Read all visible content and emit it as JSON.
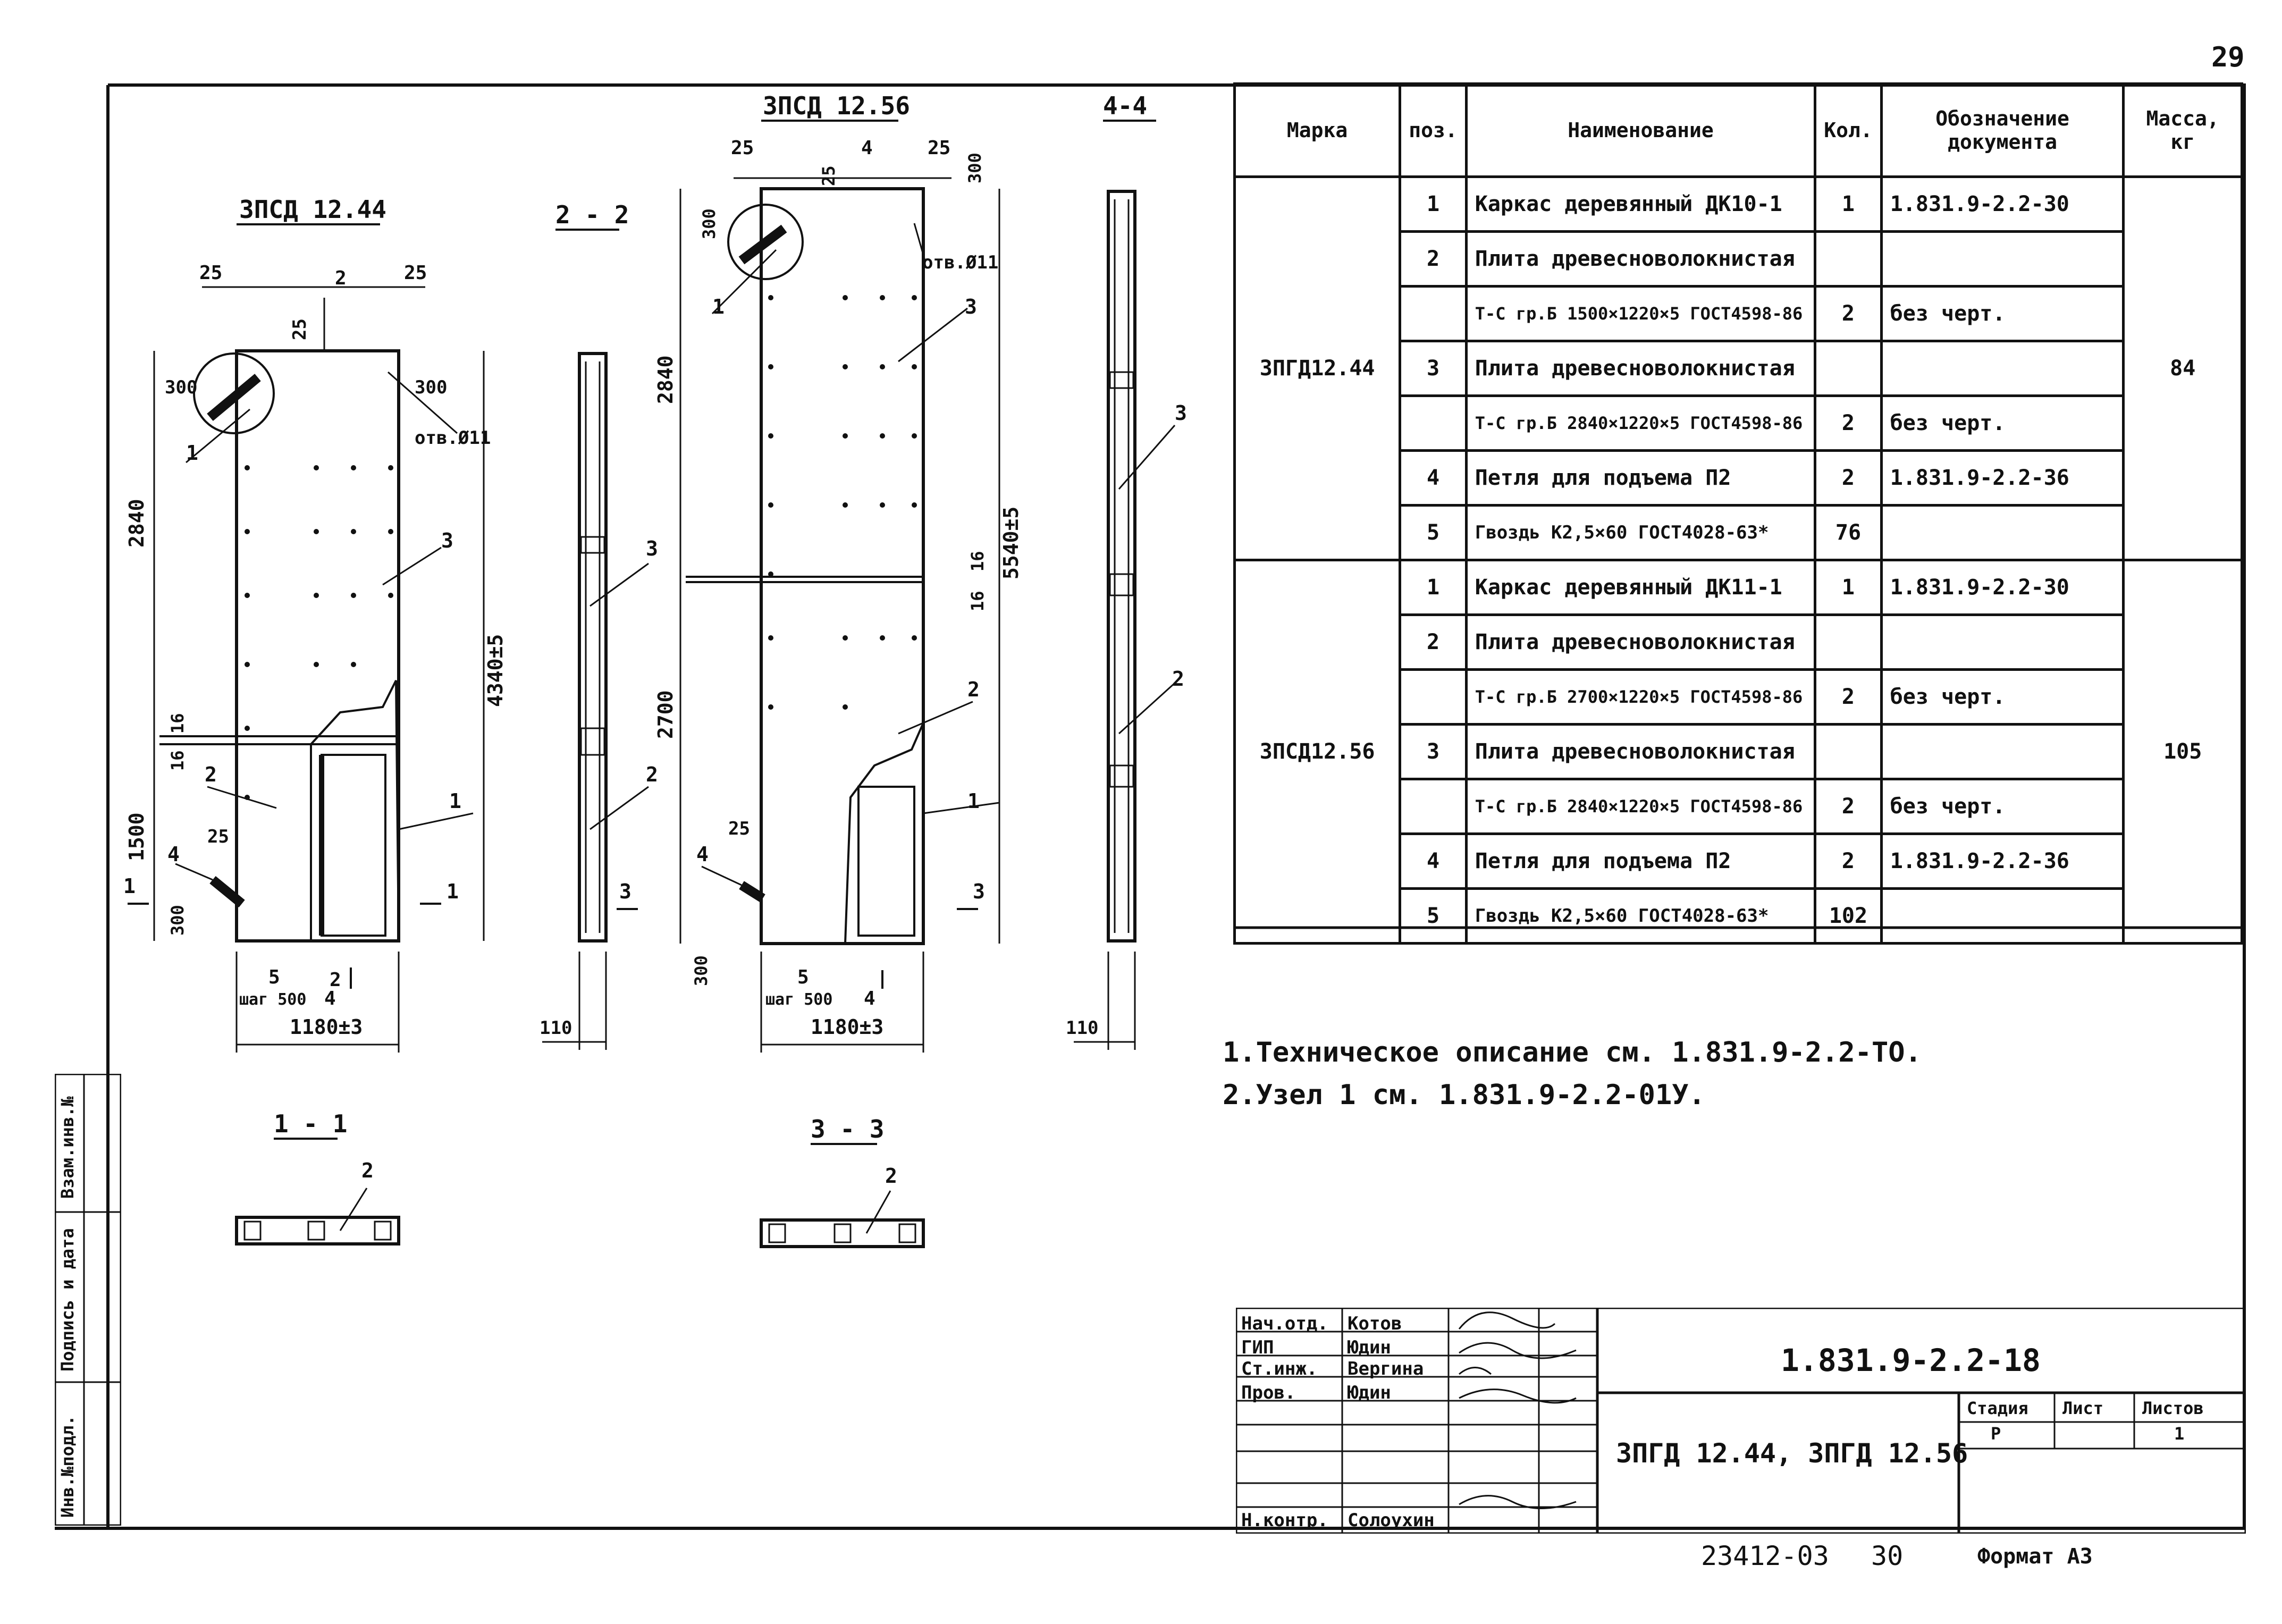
{
  "page_number": "29",
  "drawings": {
    "left_title": "ЗПСД 12.44",
    "mid_title": "ЗПСД 12.56",
    "sec22": "2 - 2",
    "sec44": "4-4",
    "sec11": "1 - 1",
    "sec33": "3 - 3",
    "left_dims": {
      "d25a": "25",
      "d2": "2",
      "d25b": "25",
      "d25c": "25",
      "d300a": "300",
      "d300b": "300",
      "hole": "отв.Ø11",
      "d2840": "2840",
      "d4340": "4340±5",
      "d16a": "16",
      "d16b": "16",
      "d1500": "1500",
      "d25d": "25",
      "d300c": "300",
      "d5": "5",
      "step": "шаг 500",
      "d4": "4",
      "d2b": "2",
      "d1180": "1180±3",
      "c1": "1",
      "c3": "3",
      "c2": "2",
      "c1b": "1",
      "c4": "4",
      "s1a": "1",
      "s1b": "1"
    },
    "mid_dims": {
      "d25a": "25",
      "d4": "4",
      "d25b": "25",
      "d25c": "25",
      "d300a": "300",
      "d300b": "300",
      "hole": "отв.Ø11",
      "d2840": "2840",
      "d5540": "5540±5",
      "d16a": "16",
      "d16b": "16",
      "d2700": "2700",
      "d25d": "25",
      "d300c": "300",
      "d5": "5",
      "step": "шаг 500",
      "d4b": "4",
      "d1180": "1180±3",
      "c1": "1",
      "c3": "3",
      "c2": "2",
      "c1b": "1",
      "c4": "4",
      "s3a": "3",
      "s3b": "3"
    },
    "sec22_dims": {
      "d110": "110",
      "c3": "3",
      "c2": "2"
    },
    "sec44_dims": {
      "d110": "110",
      "c3": "3",
      "c2": "2"
    },
    "sec11_c": "2",
    "sec33_c": "2"
  },
  "table": {
    "headers": {
      "mark": "Марка",
      "pos": "поз.",
      "name": "Наименование",
      "qty": "Кол.",
      "doc": "Обозначение документа",
      "mass": "Масса, кг"
    },
    "group1": {
      "mark": "ЗПГД12.44",
      "mass": "84",
      "rows": [
        {
          "pos": "1",
          "name": "Каркас деревянный ДК10-1",
          "qty": "1",
          "doc": "1.831.9-2.2-30"
        },
        {
          "pos": "2",
          "name": "Плита древесноволокнистая",
          "qty": "",
          "doc": ""
        },
        {
          "pos": "",
          "name": "Т-С гр.Б 1500×1220×5 ГОСТ4598-86",
          "qty": "2",
          "doc": "без черт."
        },
        {
          "pos": "3",
          "name": "Плита древесноволокнистая",
          "qty": "",
          "doc": ""
        },
        {
          "pos": "",
          "name": "Т-С гр.Б 2840×1220×5 ГОСТ4598-86",
          "qty": "2",
          "doc": "без черт."
        },
        {
          "pos": "4",
          "name": "Петля для подъема П2",
          "qty": "2",
          "doc": "1.831.9-2.2-36"
        },
        {
          "pos": "5",
          "name": "Гвоздь К2,5×60 ГОСТ4028-63*",
          "qty": "76",
          "doc": ""
        }
      ]
    },
    "group2": {
      "mark": "ЗПСД12.56",
      "mass": "105",
      "rows": [
        {
          "pos": "1",
          "name": "Каркас деревянный ДК11-1",
          "qty": "1",
          "doc": "1.831.9-2.2-30"
        },
        {
          "pos": "2",
          "name": "Плита древесноволокнистая",
          "qty": "",
          "doc": ""
        },
        {
          "pos": "",
          "name": "Т-С гр.Б 2700×1220×5 ГОСТ4598-86",
          "qty": "2",
          "doc": "без черт."
        },
        {
          "pos": "3",
          "name": "Плита древесноволокнистая",
          "qty": "",
          "doc": ""
        },
        {
          "pos": "",
          "name": "Т-С гр.Б 2840×1220×5 ГОСТ4598-86",
          "qty": "2",
          "doc": "без черт."
        },
        {
          "pos": "4",
          "name": "Петля для подъема П2",
          "qty": "2",
          "doc": "1.831.9-2.2-36"
        },
        {
          "pos": "5",
          "name": "Гвоздь К2,5×60 ГОСТ4028-63*",
          "qty": "102",
          "doc": ""
        }
      ]
    }
  },
  "notes": {
    "n1": "1.Техническое описание см. 1.831.9-2.2-ТО.",
    "n2": "2.Узел 1 см. 1.831.9-2.2-01У."
  },
  "title_block": {
    "doc_code": "1.831.9-2.2-18",
    "title": "ЗПГД 12.44, ЗПГД 12.56",
    "roles": {
      "r1": "Нач.отд.",
      "r2": "ГИП",
      "r3": "Ст.инж.",
      "r4": "Пров.",
      "r5": "Н.контр."
    },
    "names": {
      "n1": "Котов",
      "n2": "Юдин",
      "n3": "Вергина",
      "n4": "Юдин",
      "n5": "Солоухин"
    },
    "stage_label": "Стадия",
    "sheet_label": "Лист",
    "sheets_label": "Листов",
    "stage": "Р",
    "sheets": "1"
  },
  "footer": {
    "inv": "23412-03",
    "num": "30",
    "format": "Формат А3"
  },
  "side_stamp": {
    "l1": "Инв.№подл.",
    "l2": "Подпись и дата",
    "l3": "Взам.инв.№"
  }
}
